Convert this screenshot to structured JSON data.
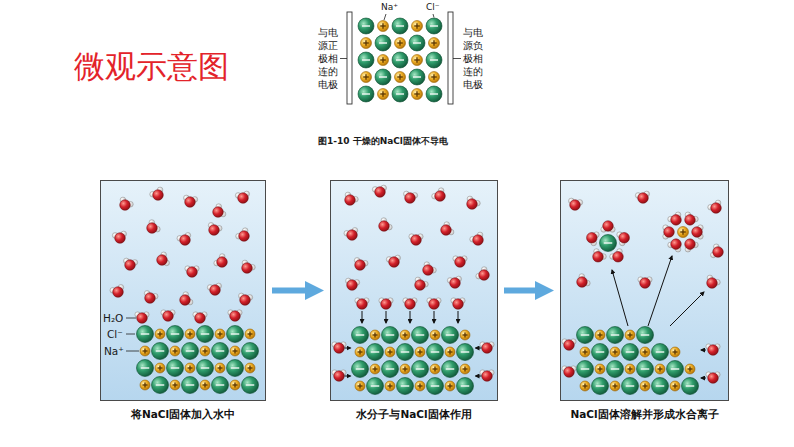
{
  "diagram": {
    "title": "微观示意图",
    "nodes": [
      {
        "text": [
          "将NaCl固体加入水中"
        ]
      },
      {
        "text": [
          "水分子与NaCl固体作用"
        ]
      },
      {
        "text": [
          "NaCl固体溶解并形成水合离子"
        ]
      }
    ],
    "edges": [
      {
        "from": 0,
        "to": 1,
        "arrow": "to"
      },
      {
        "from": 1,
        "to": 2,
        "arrow": "to"
      }
    ],
    "labels": [
      "Na⁺",
      "Cl⁻",
      "与电源正极相连的电极",
      "与电源负极相连的电极",
      "图1-10 干燥的NaCl固体不导电",
      "H₂O",
      "Cl⁻",
      "Na⁺"
    ]
  }
}
